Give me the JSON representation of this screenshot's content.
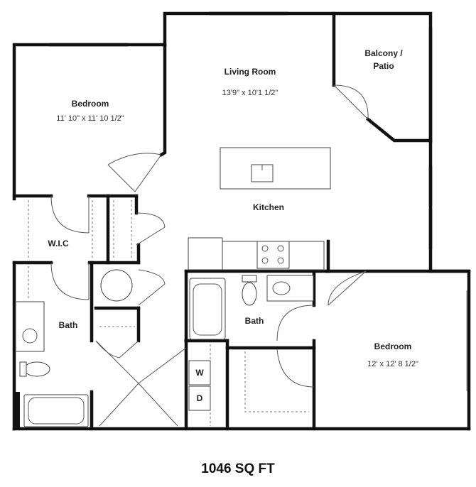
{
  "rooms": {
    "living_room": {
      "name": "Living Room",
      "dims": "13'9\" x 10'1 1/2\""
    },
    "balcony": {
      "name_line1": "Balcony /",
      "name_line2": "Patio"
    },
    "bedroom_1": {
      "name": "Bedroom",
      "dims": "11' 10\" x 11' 10 1/2\""
    },
    "kitchen": {
      "name": "Kitchen"
    },
    "wic": {
      "name": "W.I.C"
    },
    "bath_1": {
      "name": "Bath"
    },
    "bath_2": {
      "name": "Bath"
    },
    "bedroom_2": {
      "name": "Bedroom",
      "dims": "12' x 12' 8 1/2\""
    }
  },
  "appliances": {
    "washer": "W",
    "dryer": "D"
  },
  "total_area": "1046 SQ FT"
}
